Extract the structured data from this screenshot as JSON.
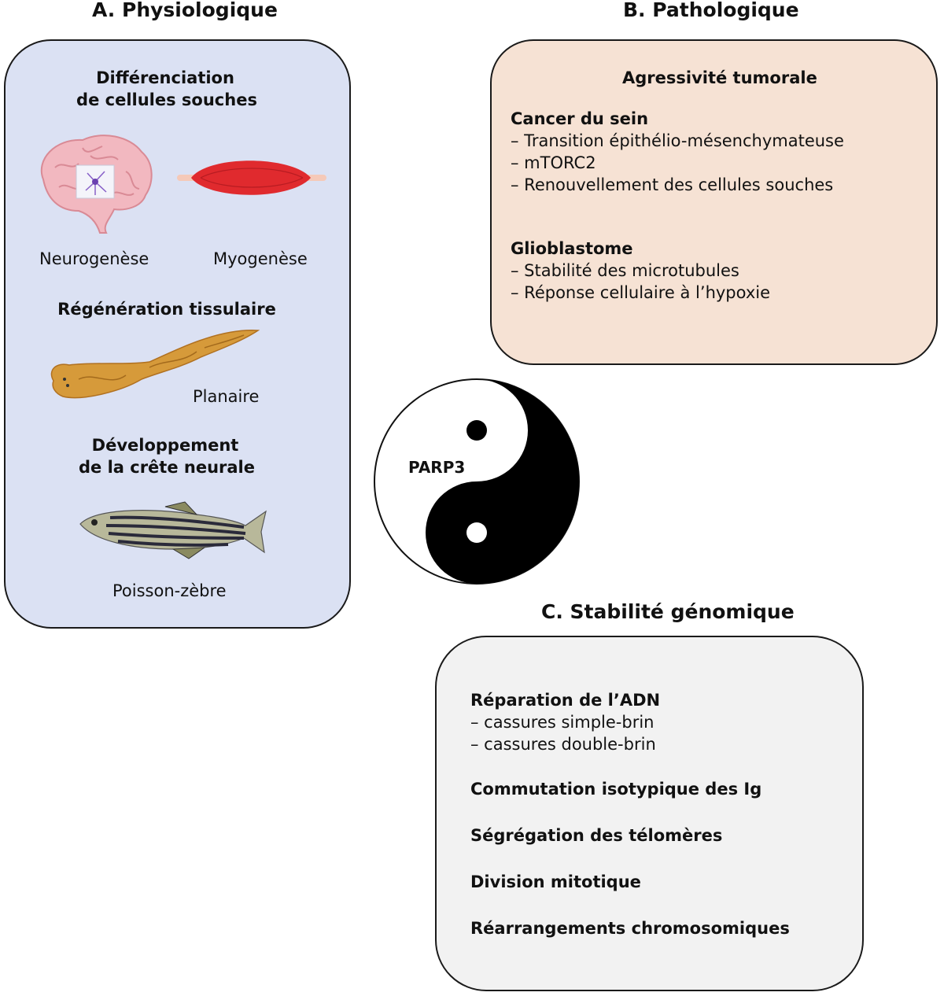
{
  "panel_a": {
    "title": "A. Physiologique",
    "stem_heading_1": "Différenciation",
    "stem_heading_2": "de cellules souches",
    "neurogenesis": "Neurogenèse",
    "myogenesis": "Myogenèse",
    "regeneration_heading": "Régénération tissulaire",
    "planaria": "Planaire",
    "crest_heading_1": "Développement",
    "crest_heading_2": "de la crête neurale",
    "zebrafish": "Poisson-zèbre",
    "bg_color": "#dbe1f3"
  },
  "panel_b": {
    "title": "B. Pathologique",
    "heading": "Agressivité tumorale",
    "breast_heading": "Cancer du sein",
    "breast_items": [
      "– Transition épithélio-mésenchymateuse",
      "– mTORC2",
      "– Renouvellement des cellules souches"
    ],
    "glio_heading": "Glioblastome",
    "glio_items": [
      "– Stabilité des microtubules",
      "– Réponse cellulaire à l’hypoxie"
    ],
    "bg_color": "#f6e2d4"
  },
  "center": {
    "label": "PARP3"
  },
  "panel_c": {
    "title": "C. Stabilité génomique",
    "dna_heading": "Réparation de l’ADN",
    "dna_items": [
      "– cassures simple-brin",
      "– cassures double-brin"
    ],
    "items": [
      "Commutation isotypique des Ig",
      "Ségrégation des télomères",
      "Division mitotique",
      "Réarrangements chromosomiques"
    ],
    "bg_color": "#f2f2f2"
  }
}
